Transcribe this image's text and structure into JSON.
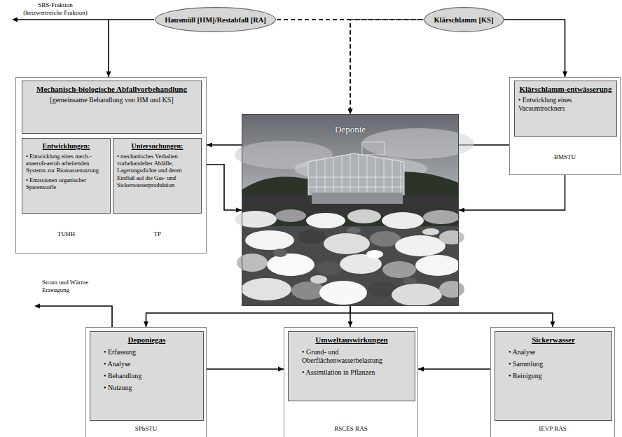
{
  "diagram": {
    "nodes": [
      {
        "text": [
          "Hausmüll [HM]/Restabfall [RA]"
        ]
      },
      {
        "text": [
          "Klärschlamm [KS]"
        ]
      },
      {
        "text": [
          "TUHH",
          "TP"
        ]
      },
      {
        "text": [
          "Mechanisch-biologische Abfallvorbehandlung",
          "[gemeinsame Behandlung von HM und KS]"
        ],
        "in": 2
      },
      {
        "text": [
          "Entwicklungen:",
          "• Entwicklung eines mech.-anaerob-aerob arbeitenden Systems zur Biomassenutzung",
          "• Emissionen organischer Spurenstoffe"
        ],
        "in": 2
      },
      {
        "text": [
          "Untersuchungen:",
          "• mechanisches Verhalten vorbehandelter Abfälle, Lagerungsdichte und deren Einfluß auf die Gas- und Sickerwasserproduktion"
        ],
        "in": 2
      },
      {
        "text": [
          "BMSTU"
        ]
      },
      {
        "text": [
          "Klärschlamm-entwässerung",
          "• Entwicklung eines Vacuumtrockners"
        ],
        "in": 6
      },
      {
        "text": [
          "Deponie"
        ]
      },
      {
        "text": [
          "SPbSTU"
        ]
      },
      {
        "text": [
          "Deponiegas",
          "• Erfassung",
          "• Analyse",
          "• Behandlung",
          "• Nutzung"
        ],
        "in": 9
      },
      {
        "text": [
          "RSCES RAS"
        ]
      },
      {
        "text": [
          "Umweltauswirkungen",
          "• Grund- und Oberflächenwasserbelastung",
          "• Assimilation in Pflanzen"
        ],
        "in": 11
      },
      {
        "text": [
          "IEVP RAS"
        ]
      },
      {
        "text": [
          "Sickerwasser",
          "• Analyse",
          "• Sammlung",
          "• Reinigung"
        ],
        "in": 13
      }
    ],
    "edges": [
      {
        "from": 0,
        "to": 2,
        "arrow": "to"
      },
      {
        "from": 0,
        "to": 1,
        "arrow": "none"
      },
      {
        "from": 0,
        "to": 8,
        "arrow": "to"
      },
      {
        "from": 1,
        "to": 8,
        "arrow": "to"
      },
      {
        "from": 1,
        "to": 6,
        "arrow": "to"
      },
      {
        "from": 6,
        "to": 2,
        "arrow": "to"
      },
      {
        "from": 2,
        "to": 8,
        "arrow": "to"
      },
      {
        "from": 6,
        "to": 8,
        "arrow": "to"
      },
      {
        "from": 8,
        "to": 9,
        "arrow": "to"
      },
      {
        "from": 8,
        "to": 11,
        "arrow": "to"
      },
      {
        "from": 8,
        "to": 13,
        "arrow": "to"
      },
      {
        "from": 9,
        "to": 11,
        "arrow": "to"
      },
      {
        "from": 13,
        "to": 11,
        "arrow": "to"
      }
    ],
    "labels": [
      "SBS-Fraktion",
      "(heizwertreiche Fraktion)",
      "Strom und Wärme Erzeugung"
    ]
  }
}
